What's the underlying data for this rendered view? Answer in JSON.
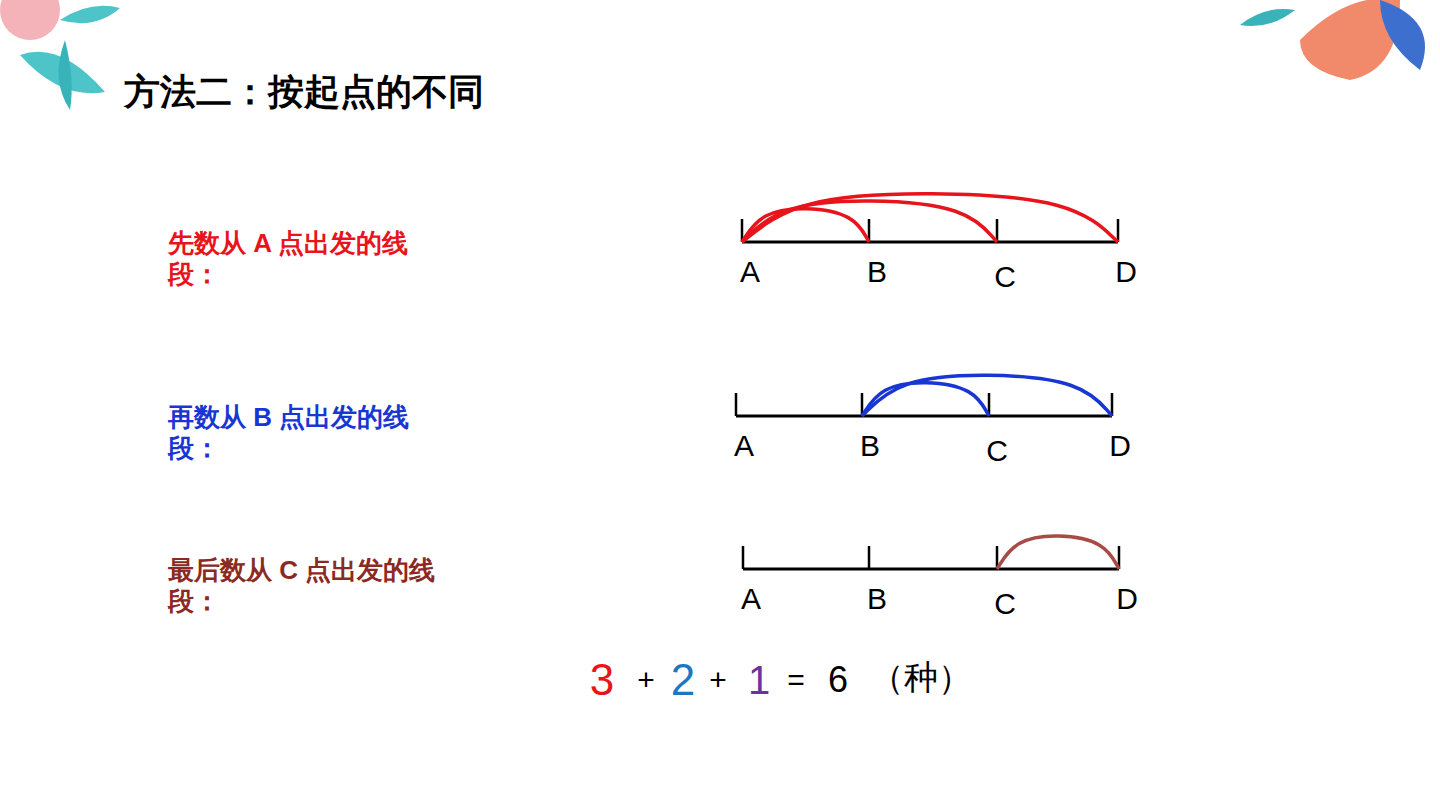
{
  "diagram": {
    "title": "方法二：按起点的不同",
    "labels": [
      "先数从 A 点出发的线段：",
      "A",
      "B",
      "C",
      "D",
      "再数从 B 点出发的线段：",
      "A",
      "B",
      "C",
      "D",
      "最后数从 C 点出发的线段：",
      "A",
      "B",
      "C",
      "D",
      "3",
      "+",
      "2",
      "+",
      "1",
      "=",
      "6",
      "（种）"
    ]
  }
}
